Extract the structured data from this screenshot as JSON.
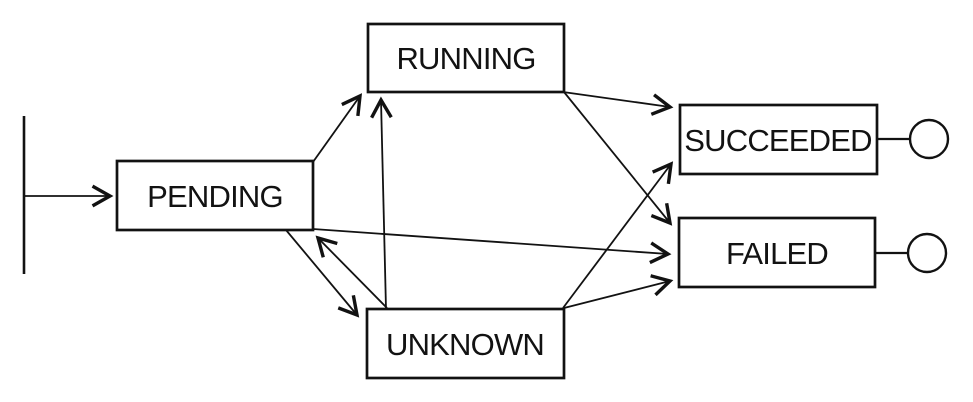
{
  "diagram": {
    "type": "state-machine",
    "background_color": "#ffffff",
    "stroke_color": "#121212",
    "node_fill_color": "#ffffff",
    "nodes": {
      "pending": {
        "label": "PENDING"
      },
      "running": {
        "label": "RUNNING"
      },
      "unknown": {
        "label": "UNKNOWN"
      },
      "succeeded": {
        "label": "SUCCEEDED"
      },
      "failed": {
        "label": "FAILED"
      }
    },
    "edges": [
      {
        "from": "start",
        "to": "PENDING"
      },
      {
        "from": "PENDING",
        "to": "RUNNING"
      },
      {
        "from": "PENDING",
        "to": "UNKNOWN"
      },
      {
        "from": "UNKNOWN",
        "to": "PENDING"
      },
      {
        "from": "UNKNOWN",
        "to": "RUNNING"
      },
      {
        "from": "PENDING",
        "to": "FAILED"
      },
      {
        "from": "RUNNING",
        "to": "SUCCEEDED"
      },
      {
        "from": "RUNNING",
        "to": "FAILED"
      },
      {
        "from": "UNKNOWN",
        "to": "SUCCEEDED"
      },
      {
        "from": "UNKNOWN",
        "to": "FAILED"
      },
      {
        "from": "SUCCEEDED",
        "to": "end"
      },
      {
        "from": "FAILED",
        "to": "end"
      }
    ]
  }
}
